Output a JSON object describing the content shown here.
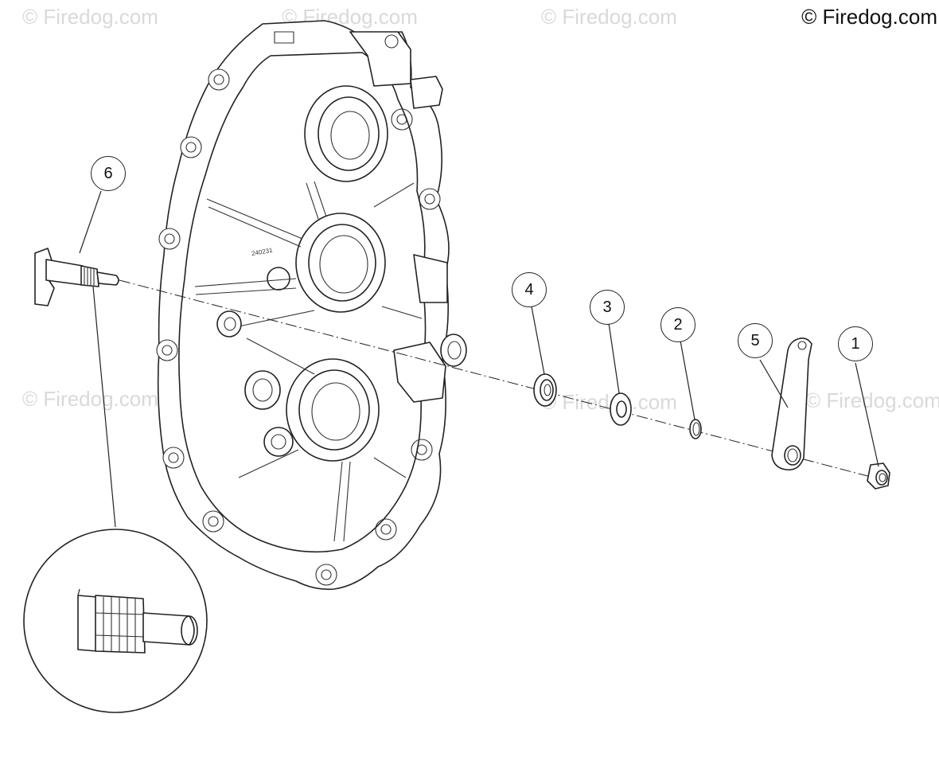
{
  "watermarks": [
    "© Firedog.com",
    "© Firedog.com",
    "© Firedog.com",
    "© Firedog.com",
    "© Firedog.com",
    "© Firedog.com"
  ],
  "copyright": "© Firedog.com",
  "housing_part_number": "240231",
  "callouts": {
    "c1": "1",
    "c2": "2",
    "c3": "3",
    "c4": "4",
    "c5": "5",
    "c6": "6"
  },
  "icons": [
    "gearcase-cover",
    "shift-shaft",
    "oil-seal",
    "washer",
    "retaining-ring",
    "shift-lever",
    "flange-nut",
    "detail-magnifier"
  ]
}
